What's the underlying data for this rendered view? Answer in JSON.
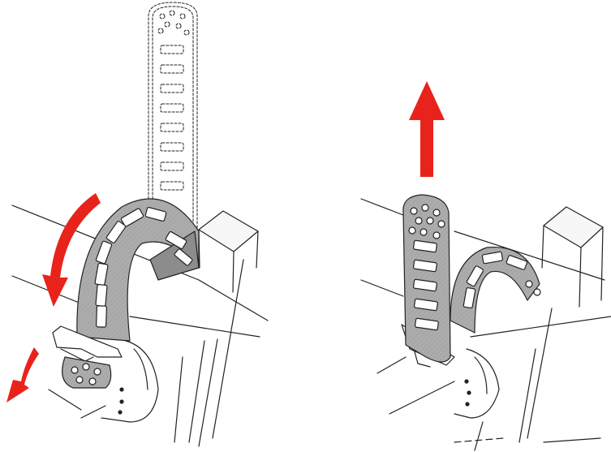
{
  "colors": {
    "background": "#ffffff",
    "line": "#222222",
    "strap": "#a6a6a6",
    "strap_dark": "#8c8c8c",
    "hole": "#ffffff",
    "arrow": "#e8231c",
    "post_fill": "#f7f7f7"
  },
  "panels": [
    {
      "id": "left",
      "caption": "",
      "arrows": [
        "curved-arrow-down",
        "small-curved-arrow-down"
      ],
      "ghost_strap": true
    },
    {
      "id": "right",
      "caption": "",
      "arrows": [
        "straight-arrow-up"
      ],
      "ghost_strap": false
    }
  ],
  "icons": [
    "curved-arrow-icon",
    "straight-up-arrow-icon"
  ]
}
